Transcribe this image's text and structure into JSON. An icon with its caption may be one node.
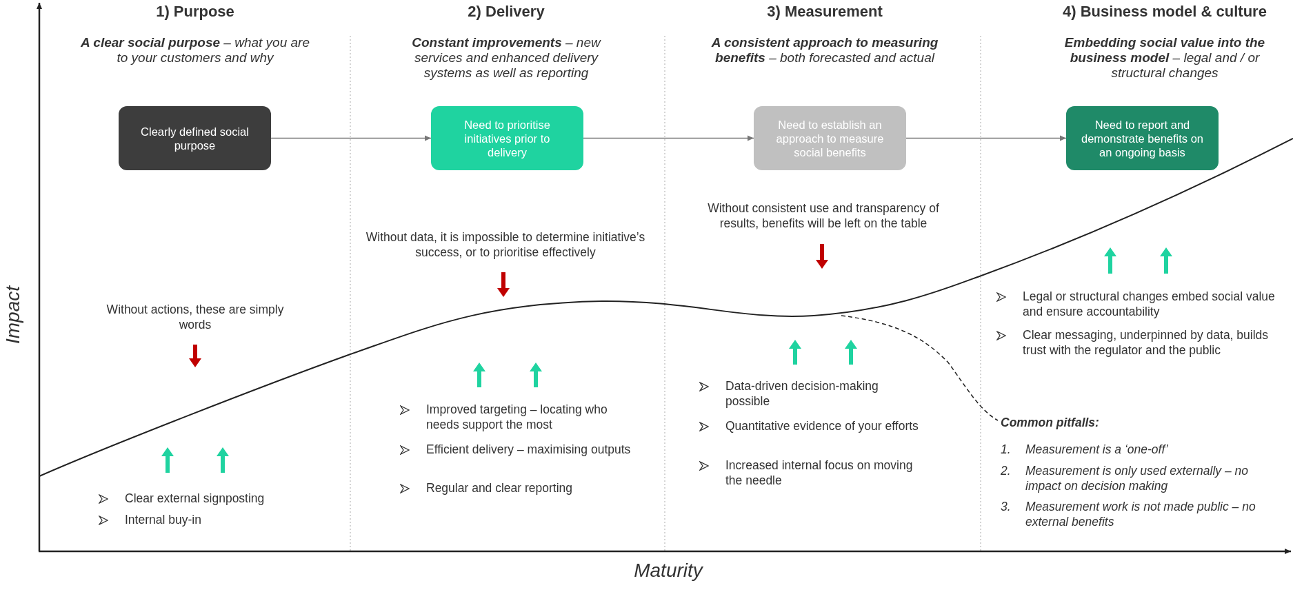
{
  "diagram": {
    "nodes": [
      {
        "text": [
          "Clearly defined social purpose"
        ]
      },
      {
        "text": [
          "Need to prioritise initiatives prior to delivery"
        ]
      },
      {
        "text": [
          "Need to establish an approach to measure social benefits"
        ]
      },
      {
        "text": [
          "Need to report and demonstrate benefits on an ongoing basis"
        ]
      }
    ],
    "edges": [
      {
        "from": 0,
        "to": 1,
        "arrow": "to"
      },
      {
        "from": 1,
        "to": 2,
        "arrow": "to"
      },
      {
        "from": 2,
        "to": 3,
        "arrow": "to"
      }
    ],
    "labels": [
      "1) Purpose",
      "2) Delivery",
      "3) Measurement",
      "4) Business model & culture",
      "**A clear social purpose** – what you are to your customers and why",
      "**Constant improvements** – new services and enhanced delivery systems as well as reporting",
      "**A consistent approach to measuring benefits** – both forecasted and actual",
      "**Embedding social value into the business model** – legal and / or structural changes",
      "Without consistent use and transparency of results, benefits will be left on the table",
      "Without data, it is impossible to determine initiative’s success, or to prioritise effectively",
      "Without actions, these are simply words",
      "Legal or structural changes embed social value and ensure accountability",
      "Clear messaging, underpinned by data, builds trust with the regulator and the public",
      "Data-driven decision-making possible",
      "Quantitative evidence of your efforts",
      "Increased internal focus on moving the needle",
      "Improved targeting – locating who needs support the most",
      "Efficient delivery – maximising outputs",
      "Regular and clear reporting",
      "Common pitfalls:",
      "1.",
      "Measurement is a ‘one-off’",
      "2.",
      "Measurement is only used externally – no impact on decision making",
      "3.",
      "Measurement work is not made public – no external benefits",
      "Clear external signposting",
      "Internal buy-in",
      "Impact",
      "Maturity"
    ]
  }
}
